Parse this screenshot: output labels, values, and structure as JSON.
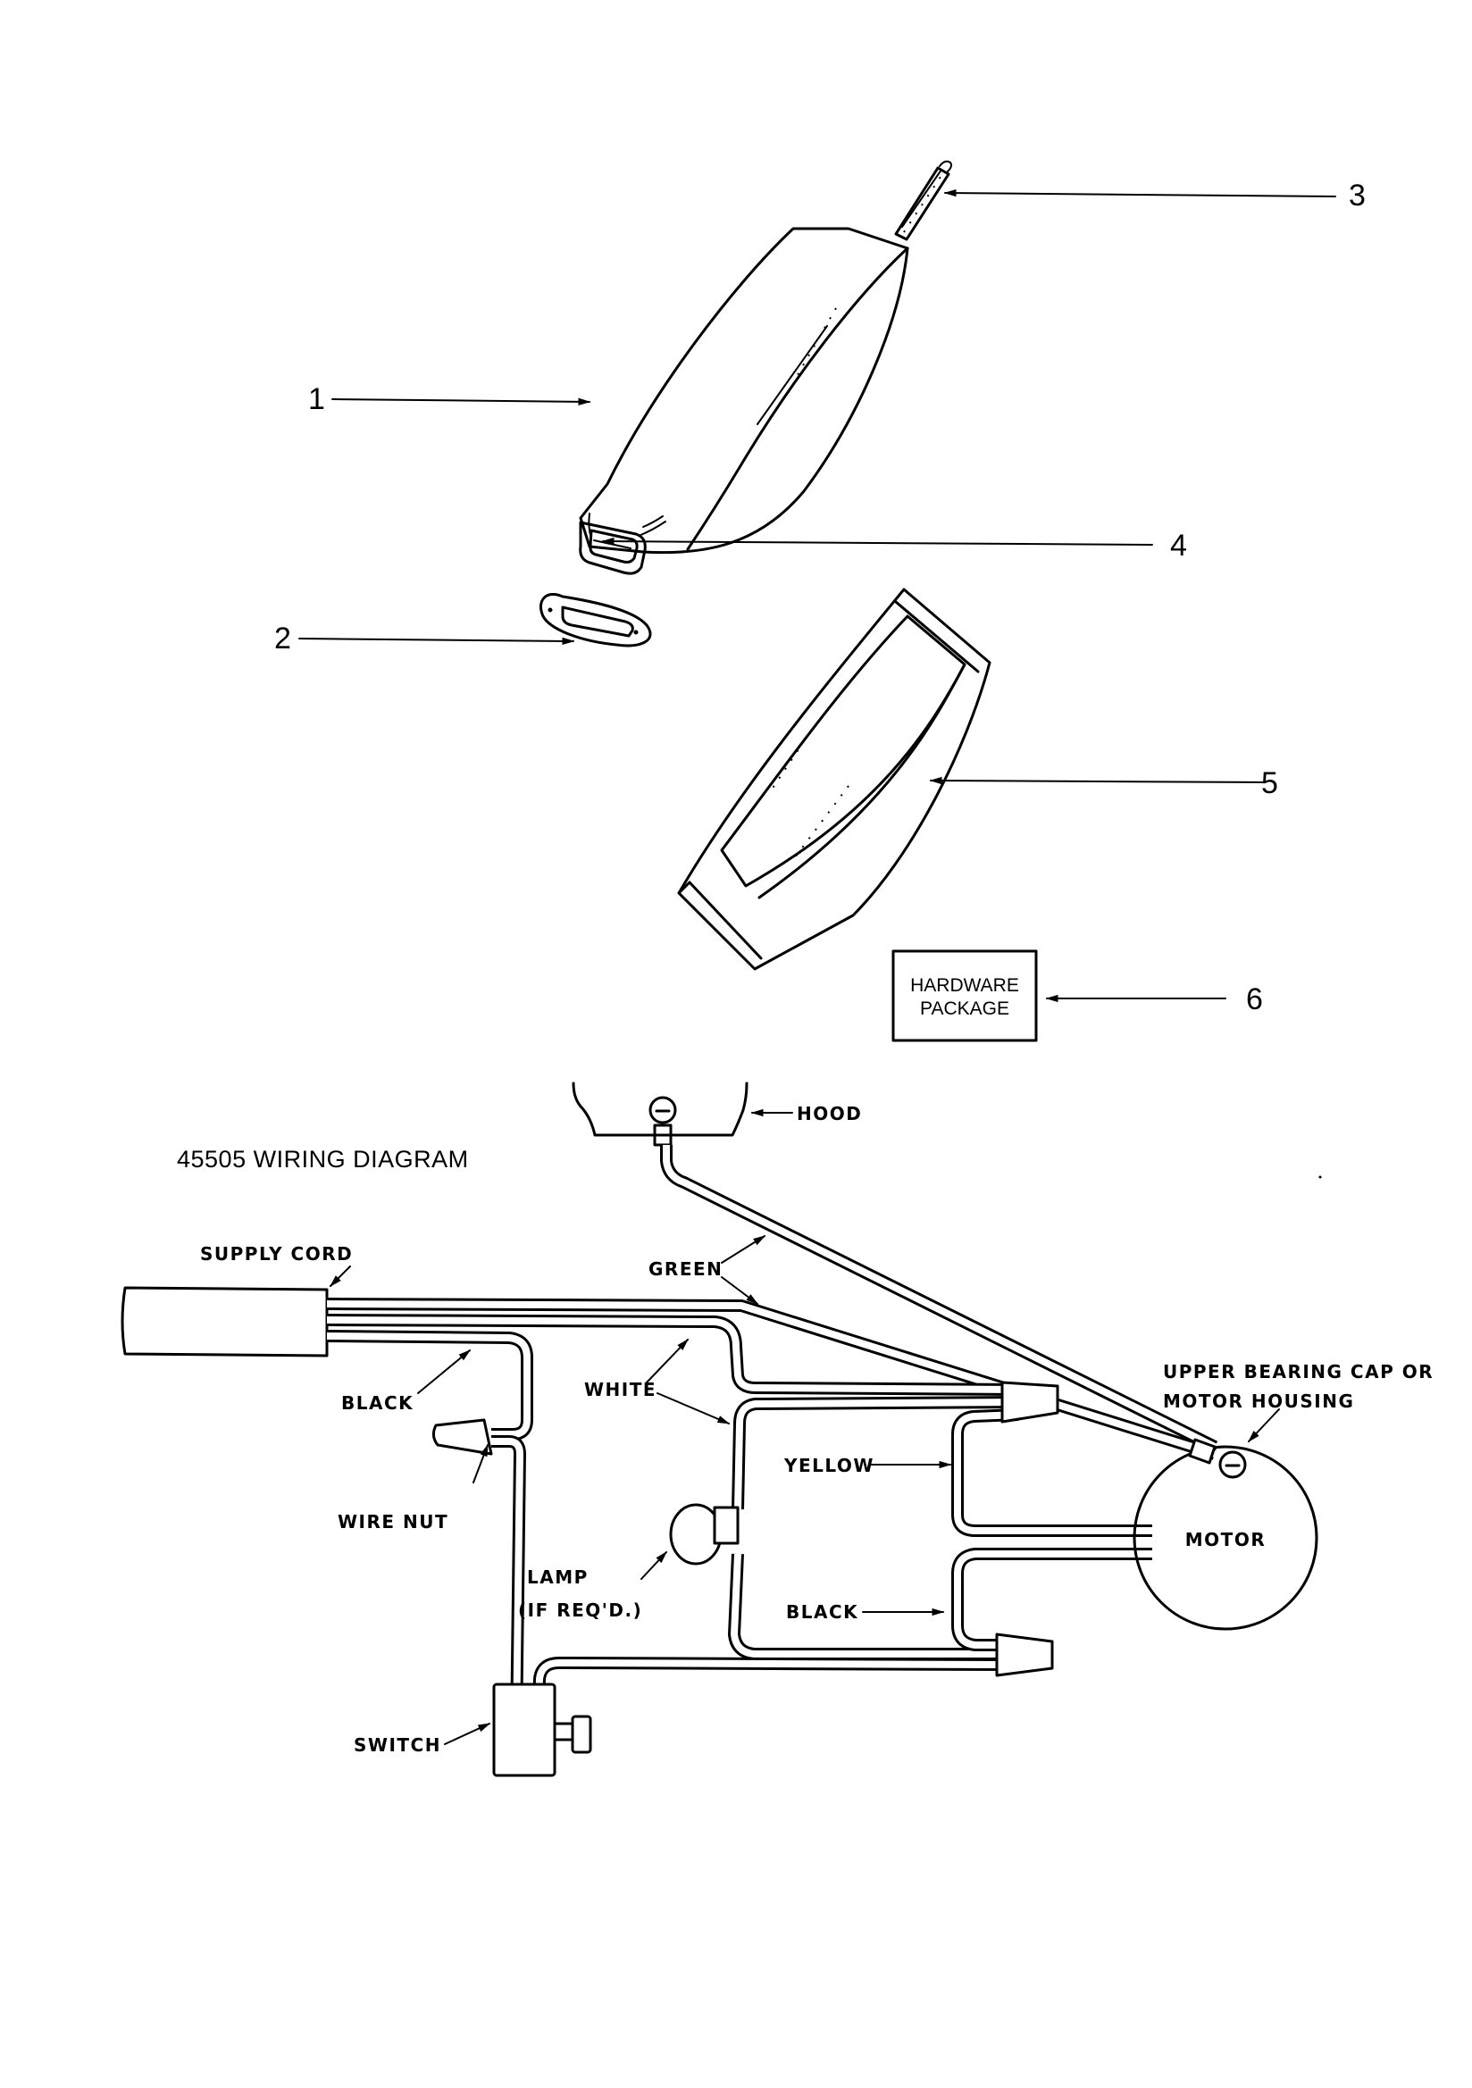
{
  "exploded_view": {
    "callouts": [
      {
        "number": "1",
        "part": "bag-body"
      },
      {
        "number": "2",
        "part": "collar-gasket"
      },
      {
        "number": "3",
        "part": "spring-clip"
      },
      {
        "number": "4",
        "part": "bag-collar"
      },
      {
        "number": "5",
        "part": "outer-bag"
      },
      {
        "number": "6",
        "part": "hardware-package"
      }
    ],
    "hardware_package": {
      "line1": "HARDWARE",
      "line2": "PACKAGE"
    }
  },
  "wiring_diagram": {
    "title": "45505 WIRING DIAGRAM",
    "labels": {
      "hood": "HOOD",
      "supply_cord": "SUPPLY CORD",
      "green": "GREEN",
      "black_upper": "BLACK",
      "white": "WHITE",
      "wire_nut": "WIRE NUT",
      "yellow": "YELLOW",
      "lamp_line1": "LAMP",
      "lamp_line2": "(IF REQ'D.)",
      "black_lower": "BLACK",
      "switch": "SWITCH",
      "upper_bearing_line1": "UPPER BEARING CAP OR",
      "upper_bearing_line2": "MOTOR HOUSING",
      "motor": "MOTOR"
    }
  }
}
